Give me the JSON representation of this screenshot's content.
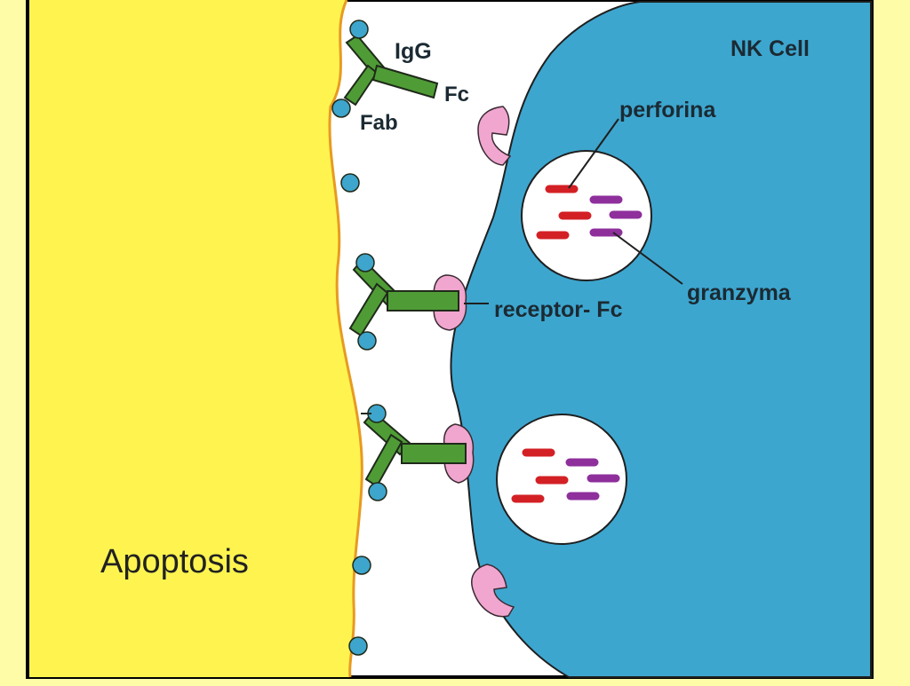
{
  "labels": {
    "nk_cell": "NK Cell",
    "apoptosis": "Apoptosis",
    "igg": "IgG",
    "fc": "Fc",
    "fab": "Fab",
    "perforina": "perforina",
    "granzyma": "granzyma",
    "receptor_fc": "receptor- Fc"
  },
  "colors": {
    "page_background": "#fffca8",
    "apoptotic_cell": "#fff44f",
    "nk_cell": "#3da6cf",
    "antibody": "#4f9c36",
    "antigen": "#3ea5cc",
    "fc_receptor": "#f0a6cf",
    "perforin": "#d32025",
    "granzyme": "#8e2f9c",
    "membrane_outline": "#e89a22"
  },
  "icons": [
    "igg-antibody-icon",
    "fc-receptor-icon",
    "antigen-dot-icon",
    "granule-icon"
  ]
}
